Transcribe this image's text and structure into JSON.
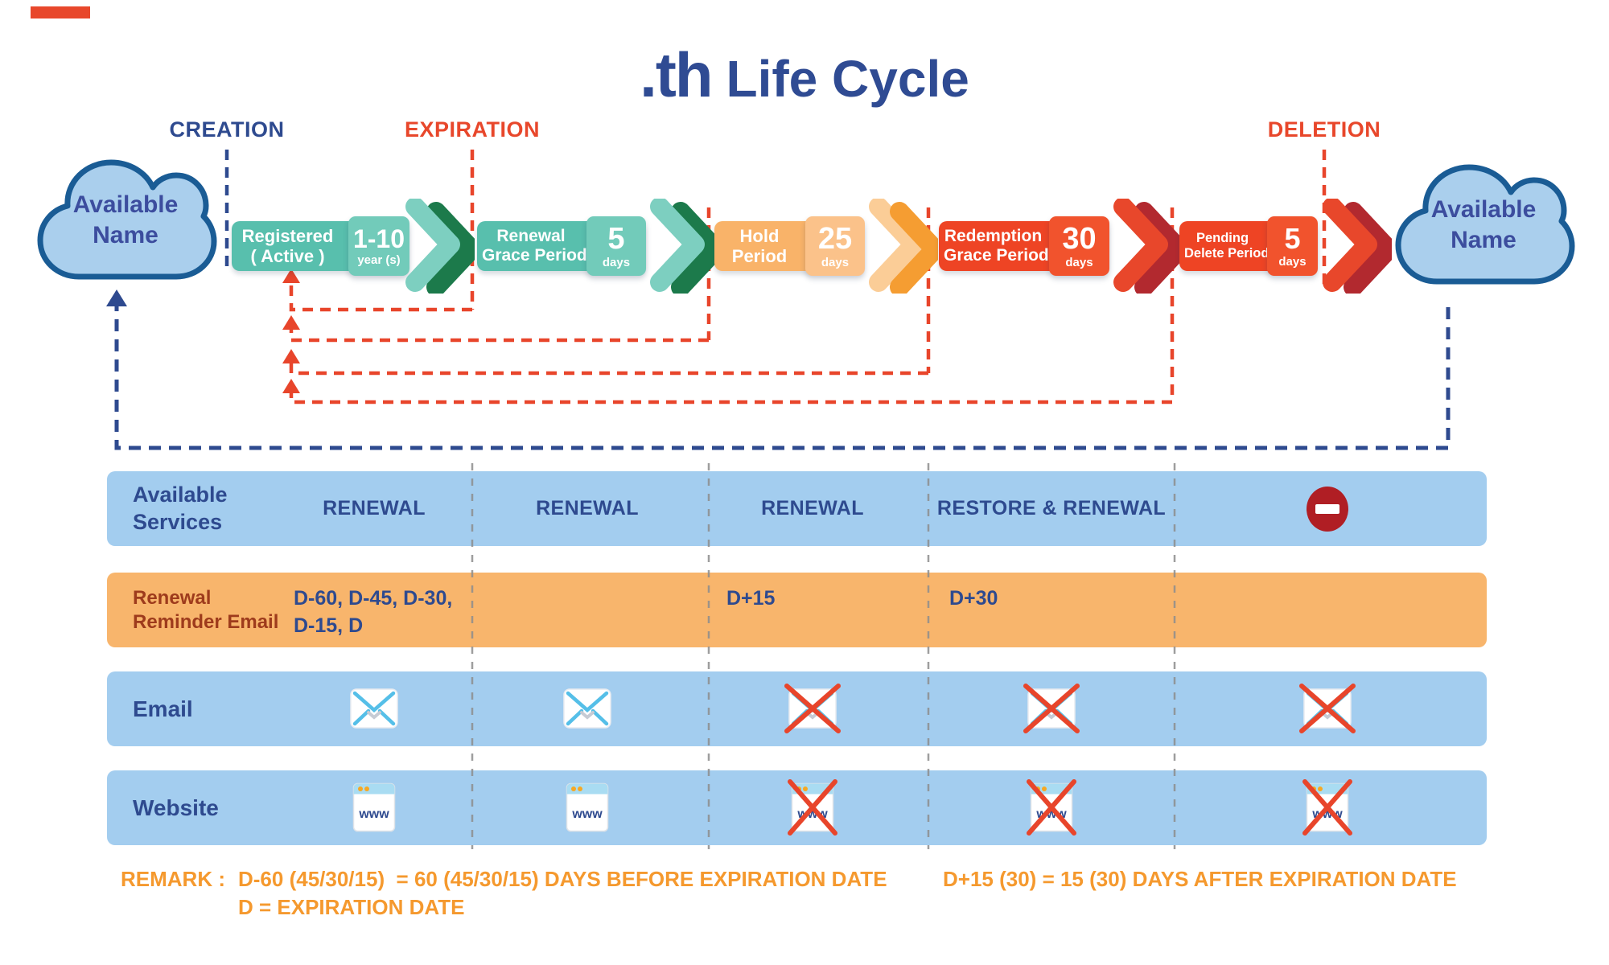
{
  "colors": {
    "navy": "#2e4a8f",
    "red": "#e8472b",
    "teal": "#58bfad",
    "teal_light": "#72cbba",
    "green_dark": "#1c7a4b",
    "orange": "#f9b369",
    "orange_strong": "#f59d32",
    "red_box": "#ee4424",
    "red_dark": "#b2292f",
    "row_blue": "#a3cdef",
    "row_orange": "#f8b56c",
    "remark_orange": "#f5992e",
    "no_entry_red": "#b01e24"
  },
  "title": {
    "logo": ".th",
    "text": "Life Cycle"
  },
  "timeline": {
    "creation": "CREATION",
    "expiration": "EXPIRATION",
    "deletion": "DELETION",
    "start_cloud": {
      "line1": "Available",
      "line2": "Name"
    },
    "end_cloud": {
      "line1": "Available",
      "line2": "Name"
    },
    "stages": [
      {
        "line1": "Registered",
        "line2": "( Active )",
        "value": "1-10",
        "unit": "year (s)"
      },
      {
        "line1": "Renewal",
        "line2": "Grace Period",
        "value": "5",
        "unit": "days"
      },
      {
        "line1": "Hold",
        "line2": "Period",
        "value": "25",
        "unit": "days"
      },
      {
        "line1": "Redemption",
        "line2": "Grace Period",
        "value": "30",
        "unit": "days"
      },
      {
        "line1": "Pending",
        "line2": "Delete Period",
        "value": "5",
        "unit": "days"
      }
    ]
  },
  "table": {
    "services": {
      "label1": "Available",
      "label2": "Services",
      "c1": "RENEWAL",
      "c2": "RENEWAL",
      "c3": "RENEWAL",
      "c4": "RESTORE & RENEWAL",
      "c5_icon": "no-entry-icon"
    },
    "reminder": {
      "label1": "Renewal",
      "label2": "Reminder Email",
      "c1": "D-60, D-45, D-30, D-15, D",
      "c3": "D+15",
      "c4": "D+30"
    },
    "email": {
      "label": "Email",
      "icon": "envelope-icon",
      "available": [
        true,
        true,
        false,
        false,
        false
      ]
    },
    "website": {
      "label": "Website",
      "icon": "browser-icon",
      "www": "www",
      "available": [
        true,
        true,
        false,
        false,
        false
      ]
    }
  },
  "remark": {
    "label": "REMARK :",
    "line1": "D-60 (45/30/15)  = 60 (45/30/15) DAYS BEFORE EXPIRATION DATE",
    "line2": "D = EXPIRATION DATE",
    "right": "D+15 (30) = 15 (30) DAYS AFTER EXPIRATION DATE"
  }
}
